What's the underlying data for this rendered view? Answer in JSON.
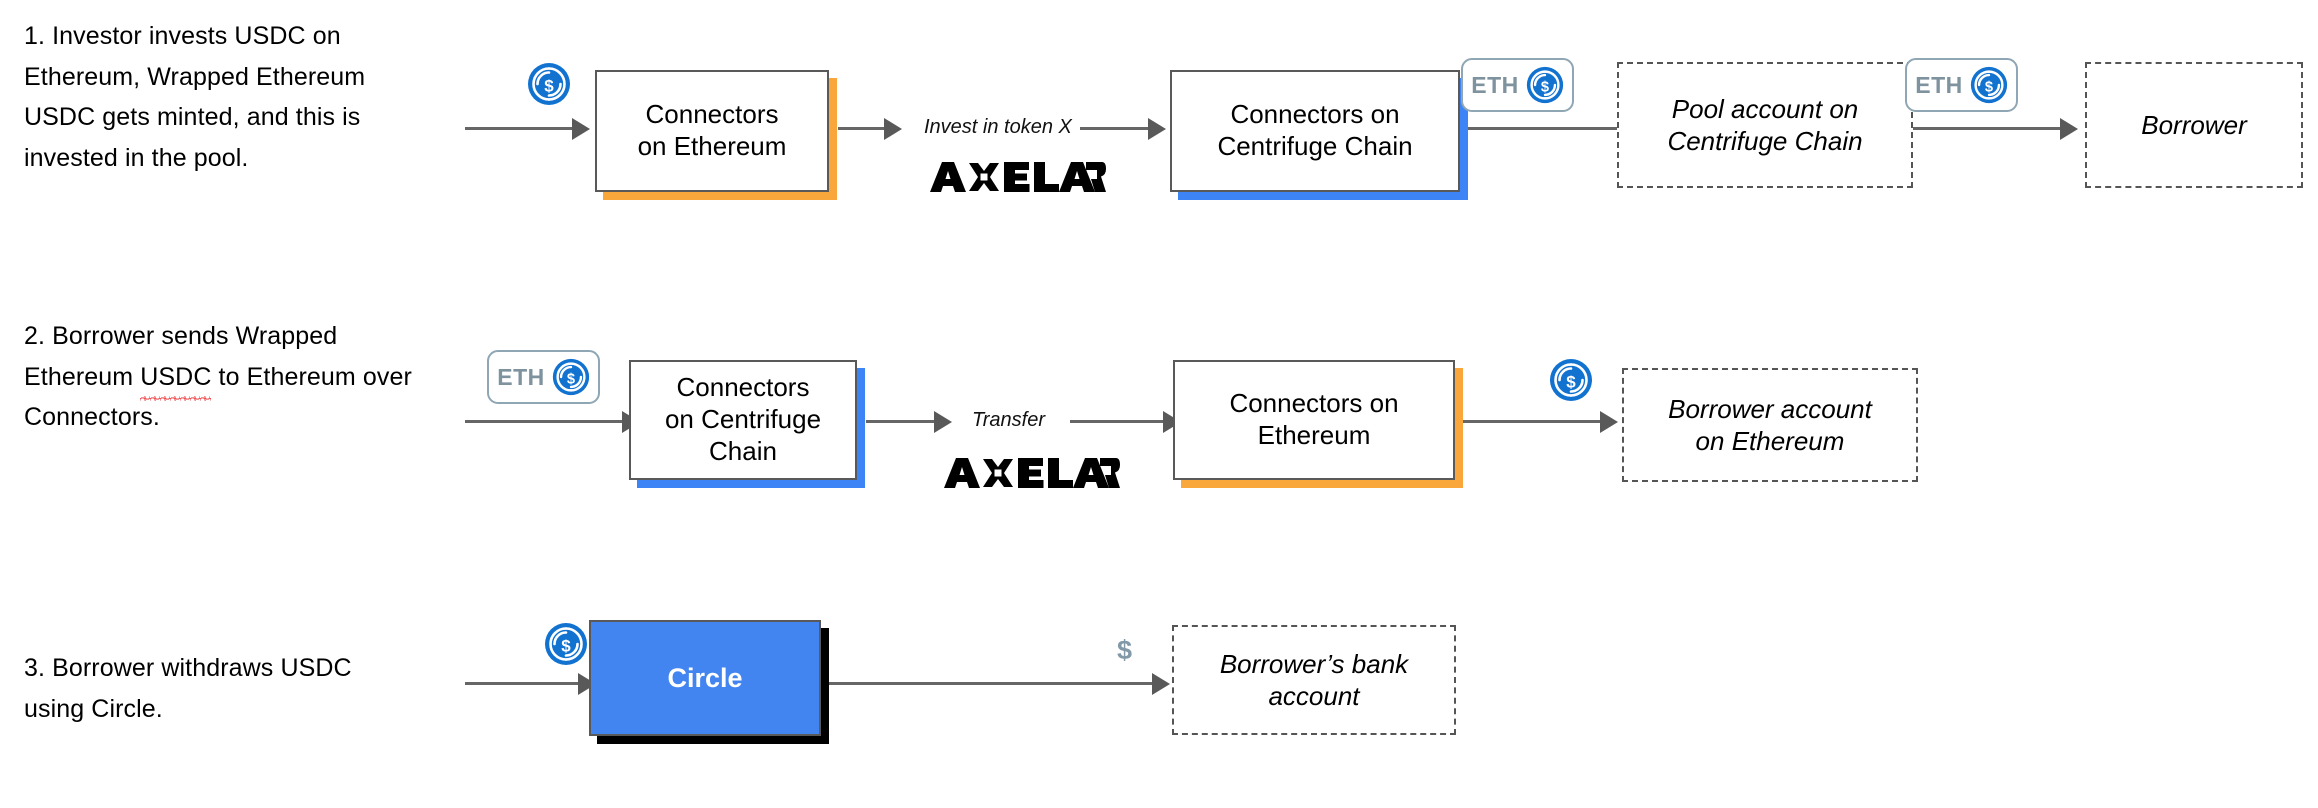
{
  "diagram": {
    "title": "Centrifuge Connectors USDC flow",
    "colors": {
      "ethereum_accent": "#f9a63a",
      "centrifuge_accent": "#3d85f7",
      "circle_brand": "#4285f0",
      "usdc_blue": "#1272d0",
      "line_gray": "#666666",
      "dashed_gray": "#555555",
      "eth_badge_border": "#8fa6b4",
      "eth_badge_text": "#7f939e",
      "spellcheck_red": "#e8252a"
    }
  },
  "steps": [
    {
      "number": "1.",
      "caption_line1": "1. Investor invests USDC on",
      "caption_line2": "Ethereum, Wrapped Ethereum",
      "caption_line3": "USDC gets minted, and this is",
      "caption_line4": "invested in the pool.",
      "nodes": {
        "connectors_ethereum_l1": "Connectors",
        "connectors_ethereum_l2": "on Ethereum",
        "connectors_centrifuge_l1": "Connectors on",
        "connectors_centrifuge_l2": "Centrifuge Chain",
        "pool_account_l1": "Pool account on",
        "pool_account_l2": "Centrifuge Chain",
        "borrower": "Borrower"
      },
      "edge_label": "Invest in token X",
      "bridge_logo": "AXELAR",
      "badges": [
        "ETH",
        "ETH"
      ],
      "coin_icons": [
        "usdc-icon",
        "usdc-icon",
        "usdc-icon"
      ]
    },
    {
      "number": "2.",
      "caption_line1": "2. Borrower sends Wrapped",
      "caption_line2_a": "Ethereum ",
      "caption_line2_b": "USDC",
      "caption_line2_c": " to Ethereum over",
      "caption_line3": "Connectors.",
      "nodes": {
        "connectors_centrifuge_l1": "Connectors",
        "connectors_centrifuge_l2": "on Centrifuge",
        "connectors_centrifuge_l3": "Chain",
        "connectors_ethereum_l1": "Connectors on",
        "connectors_ethereum_l2": "Ethereum",
        "borrower_account_l1": "Borrower account",
        "borrower_account_l2": "on Ethereum"
      },
      "edge_label": "Transfer",
      "bridge_logo": "AXELAR",
      "badges": [
        "ETH"
      ],
      "coin_icons": [
        "usdc-icon"
      ]
    },
    {
      "number": "3.",
      "caption_line1": "3. Borrower withdraws USDC",
      "caption_line2": "using Circle.",
      "nodes": {
        "circle": "Circle",
        "bank_account_l1": "Borrower’s bank",
        "bank_account_l2": "account"
      },
      "dollar_symbol": "$",
      "coin_icons": [
        "usdc-icon"
      ]
    }
  ]
}
